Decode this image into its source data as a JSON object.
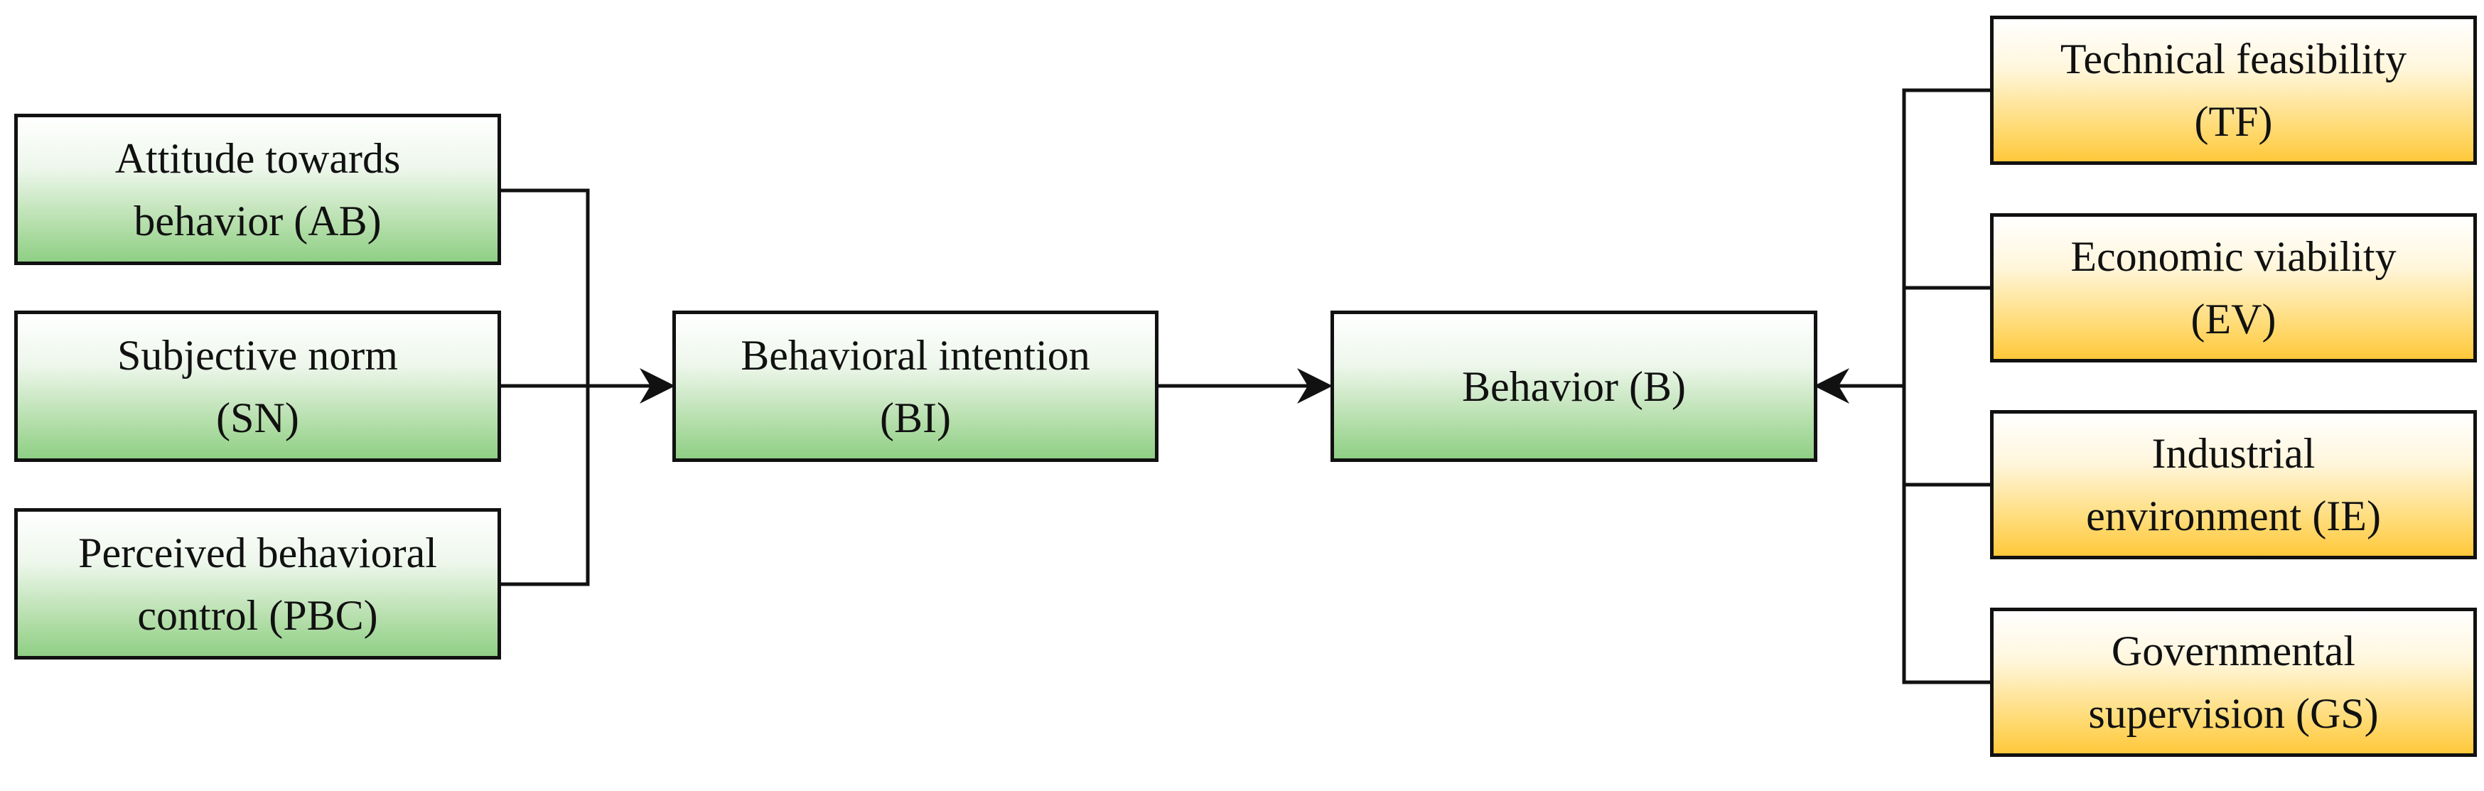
{
  "diagram": {
    "nodes": {
      "ab": {
        "line1": "Attitude towards",
        "line2": "behavior (AB)"
      },
      "sn": {
        "line1": "Subjective norm",
        "line2": "(SN)"
      },
      "pbc": {
        "line1": "Perceived behavioral",
        "line2": "control (PBC)"
      },
      "bi": {
        "line1": "Behavioral intention",
        "line2": "(BI)"
      },
      "b": {
        "line1": "Behavior (B)"
      },
      "tf": {
        "line1": "Technical feasibility",
        "line2": "(TF)"
      },
      "ev": {
        "line1": "Economic viability",
        "line2": "(EV)"
      },
      "ie": {
        "line1": "Industrial",
        "line2": "environment (IE)"
      },
      "gs": {
        "line1": "Governmental",
        "line2": "supervision (GS)"
      }
    },
    "colors": {
      "green_top": "#ffffff",
      "green_bottom": "#8fcf85",
      "yellow_top": "#ffffff",
      "yellow_bottom": "#ffc83a",
      "line": "#111111"
    },
    "edges": [
      {
        "from": "ab",
        "to": "bi"
      },
      {
        "from": "sn",
        "to": "bi"
      },
      {
        "from": "pbc",
        "to": "bi"
      },
      {
        "from": "bi",
        "to": "b"
      },
      {
        "from": "tf",
        "to": "b"
      },
      {
        "from": "ev",
        "to": "b"
      },
      {
        "from": "ie",
        "to": "b"
      },
      {
        "from": "gs",
        "to": "b"
      }
    ]
  }
}
